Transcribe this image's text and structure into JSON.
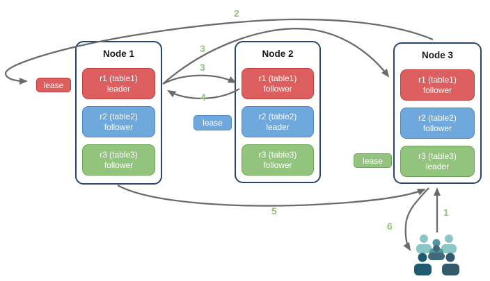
{
  "diagram": {
    "nodes": [
      {
        "title": "Node 1",
        "replicas": [
          {
            "name": "r1 (table1)",
            "role": "leader",
            "color": "red"
          },
          {
            "name": "r2 (table2)",
            "role": "follower",
            "color": "blue"
          },
          {
            "name": "r3 (table3)",
            "role": "follower",
            "color": "green"
          }
        ]
      },
      {
        "title": "Node 2",
        "replicas": [
          {
            "name": "r1 (table1)",
            "role": "follower",
            "color": "red"
          },
          {
            "name": "r2 (table2)",
            "role": "leader",
            "color": "blue"
          },
          {
            "name": "r3 (table3)",
            "role": "follower",
            "color": "green"
          }
        ]
      },
      {
        "title": "Node 3",
        "replicas": [
          {
            "name": "r1 (table1)",
            "role": "follower",
            "color": "red"
          },
          {
            "name": "r2 (table2)",
            "role": "follower",
            "color": "blue"
          },
          {
            "name": "r3 (table3)",
            "role": "leader",
            "color": "green"
          }
        ]
      }
    ],
    "leases": [
      {
        "label": "lease",
        "color": "red"
      },
      {
        "label": "lease",
        "color": "blue"
      },
      {
        "label": "lease",
        "color": "green"
      }
    ],
    "steps": {
      "s1": "1",
      "s2": "2",
      "s3a": "3",
      "s3b": "3",
      "s4": "4",
      "s5": "5",
      "s6": "6"
    },
    "icons": {
      "users": "users-group-icon"
    },
    "colors": {
      "replica_red": "#dc5e5e",
      "replica_red_border": "#c04040",
      "replica_blue": "#6fa8dc",
      "replica_blue_border": "#4a86c6",
      "replica_green": "#93c47d",
      "replica_green_border": "#69a355",
      "node_border": "#25456e",
      "arrow": "#6b6b6b",
      "step_label": "#93c47d",
      "users_light": "#8cc6c4",
      "users_medium": "#4f97a3",
      "users_slate": "#416879",
      "users_dark_teal": "#1e5b71",
      "users_navy": "#33596c"
    }
  }
}
